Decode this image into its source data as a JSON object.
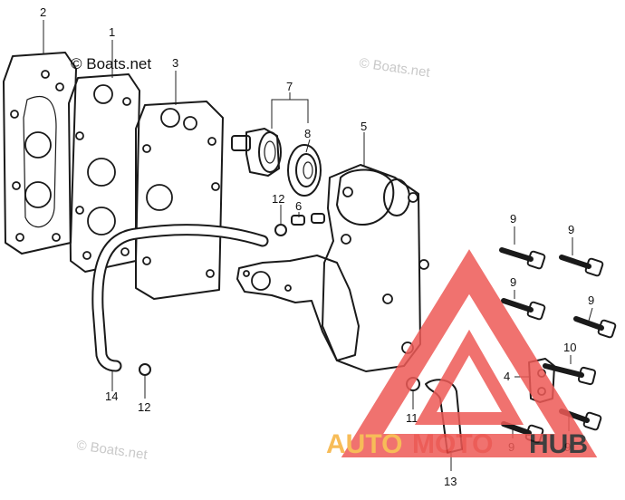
{
  "watermarks": {
    "main": "© Boats.net",
    "faint": "© Boats.net"
  },
  "callouts": {
    "c2": "2",
    "c1": "1",
    "c3": "3",
    "c7": "7",
    "c8": "8",
    "c5": "5",
    "c12a": "12",
    "c6": "6",
    "c12b": "12",
    "c14": "14",
    "c11": "11",
    "c13": "13",
    "c4": "4",
    "c10": "10",
    "c9a": "9",
    "c9b": "9",
    "c9c": "9",
    "c9d": "9",
    "c9e": "9",
    "c9f": "9"
  },
  "brand": {
    "part1": "AUTO",
    "part2": "MOTO",
    "part3": "HUB",
    "colors": {
      "auto": "#f6b13c",
      "moto": "#e9413c",
      "hub": "#1e1e1e",
      "triangle": "#ee5a56"
    }
  }
}
